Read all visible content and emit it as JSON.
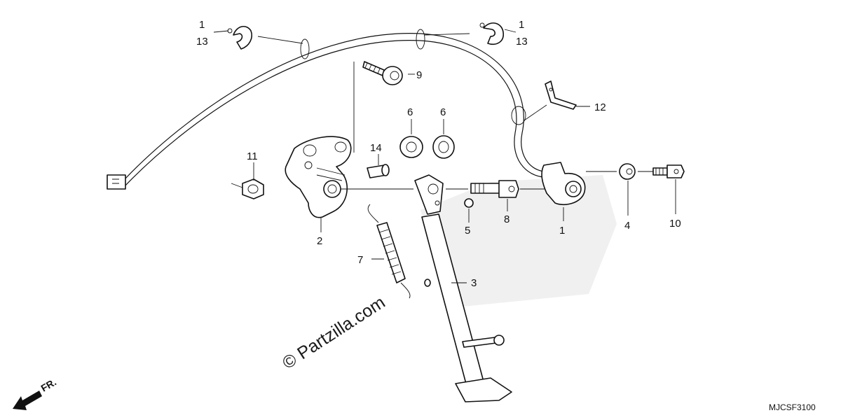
{
  "callouts": {
    "c1_left": "1",
    "c13_left": "13",
    "c1_right": "1",
    "c13_right": "13",
    "c9": "9",
    "c12": "12",
    "c6_a": "6",
    "c6_b": "6",
    "c14": "14",
    "c11": "11",
    "c2": "2",
    "c7": "7",
    "c5": "5",
    "c8": "8",
    "c1_switch": "1",
    "c4": "4",
    "c10": "10",
    "c3": "3"
  },
  "watermark": "© Partzilla.com",
  "diagram_code": "MJCSF3100",
  "front_indicator": "FR."
}
